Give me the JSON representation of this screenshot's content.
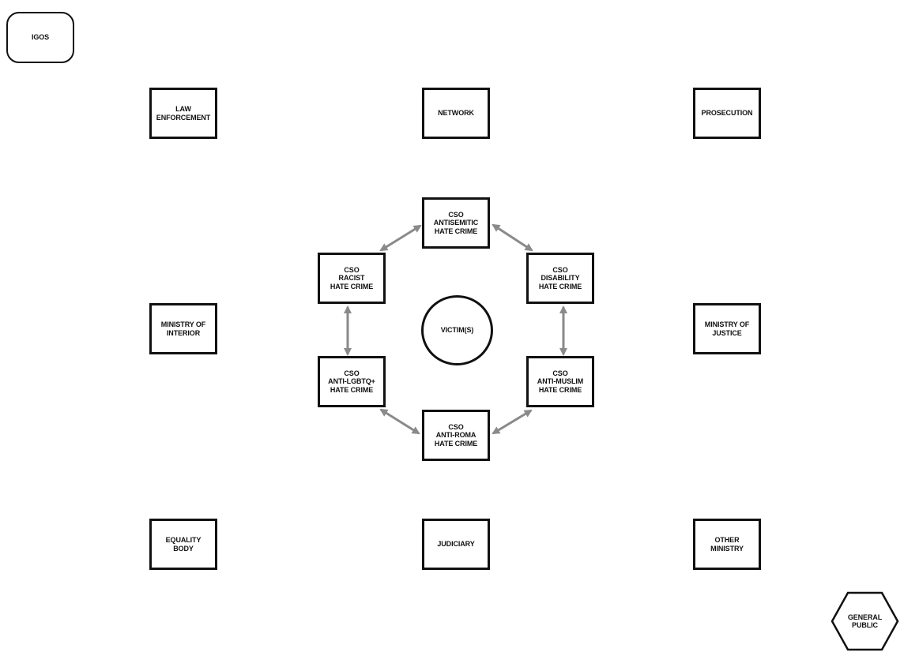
{
  "nodes": {
    "igos": "IGOS",
    "law_enforcement": "LAW\nENFORCEMENT",
    "network": "NETWORK",
    "prosecution": "PROSECUTION",
    "ministry_interior": "MINISTRY OF\nINTERIOR",
    "ministry_justice": "MINISTRY OF\nJUSTICE",
    "equality_body": "EQUALITY\nBODY",
    "judiciary": "JUDICIARY",
    "other_ministry": "OTHER\nMINISTRY",
    "general_public": "GENERAL\nPUBLIC",
    "victim": "VICTIM(S)",
    "cso_antisemitic": "CSO\nANTISEMITIC\nHATE CRIME",
    "cso_disability": "CSO\nDISABILITY\nHATE CRIME",
    "cso_anti_muslim": "CSO\nANTI-MUSLIM\nHATE CRIME",
    "cso_anti_roma": "CSO\nANTI-ROMA\nHATE CRIME",
    "cso_anti_lgbtq": "CSO\nANTI-LGBTQ+\nHATE CRIME",
    "cso_racist": "CSO\nRACIST\nHATE CRIME"
  },
  "edges": [
    {
      "from": "cso_racist",
      "to": "cso_antisemitic",
      "style": "bidirectional"
    },
    {
      "from": "cso_antisemitic",
      "to": "cso_disability",
      "style": "bidirectional"
    },
    {
      "from": "cso_disability",
      "to": "cso_anti_muslim",
      "style": "bidirectional"
    },
    {
      "from": "cso_anti_muslim",
      "to": "cso_anti_roma",
      "style": "bidirectional"
    },
    {
      "from": "cso_anti_roma",
      "to": "cso_anti_lgbtq",
      "style": "bidirectional"
    },
    {
      "from": "cso_anti_lgbtq",
      "to": "cso_racist",
      "style": "bidirectional"
    }
  ],
  "colors": {
    "border": "#111111",
    "arrow": "#8a8a8a",
    "background": "#ffffff"
  }
}
